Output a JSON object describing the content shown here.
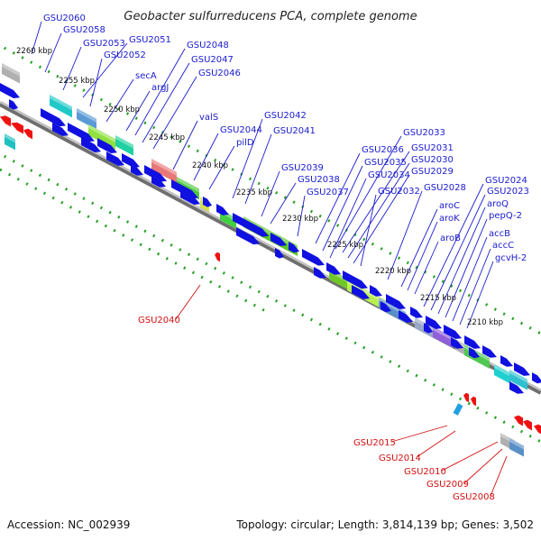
{
  "title": "Geobacter sulfurreducens PCA, complete genome",
  "footer": {
    "accession": "Accession: NC_002939",
    "summary": "Topology: circular; Length: 3,814,139 bp; Genes: 3,502"
  },
  "colors": {
    "forward_gene": "#1010e0",
    "reverse_gene": "#ee1111",
    "label_forward": "#1a1ad0",
    "label_reverse": "#d01010",
    "backbone": "#8a8a8a",
    "tick_dots": "#22a022"
  },
  "scale_ticks": [
    "2260 kbp",
    "2255 kbp",
    "2250 kbp",
    "2245 kbp",
    "2240 kbp",
    "2235 kbp",
    "2230 kbp",
    "2225 kbp",
    "2220 kbp",
    "2215 kbp",
    "2210 kbp"
  ],
  "forward_labels": [
    "GSU2060",
    "GSU2058",
    "GSU2053",
    "GSU2051",
    "GSU2052",
    "GSU2048",
    "GSU2047",
    "GSU2046",
    "secA",
    "argJ",
    "valS",
    "GSU2044",
    "pilD",
    "GSU2042",
    "GSU2041",
    "GSU2039",
    "GSU2038",
    "GSU2037",
    "GSU2036",
    "GSU2035",
    "GSU2034",
    "GSU2033",
    "GSU2031",
    "GSU2030",
    "GSU2029",
    "GSU2032",
    "GSU2028",
    "aroC",
    "aroK",
    "aroB",
    "GSU2024",
    "GSU2023",
    "aroQ",
    "pepQ-2",
    "accB",
    "accC",
    "gcvH-2"
  ],
  "reverse_labels": [
    "GSU2040",
    "GSU2015",
    "GSU2014",
    "GSU2010",
    "GSU2009",
    "GSU2008"
  ]
}
